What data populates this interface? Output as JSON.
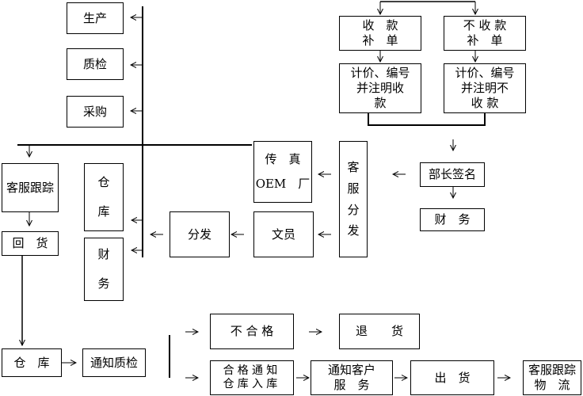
{
  "nodes": {
    "production": "生产",
    "quality_check": "质检",
    "purchasing": "采购",
    "collect_supplement": [
      "收　款",
      "补　单"
    ],
    "no_collect_supplement": [
      "不 收 款",
      "补　单"
    ],
    "pricing_collect": [
      "计价、编号",
      "并注明收",
      "款"
    ],
    "pricing_no_collect": [
      "计价、编号",
      "并注明不",
      "收 款"
    ],
    "fax_oem": [
      "传　真",
      "OEM　厂"
    ],
    "customer_service_distribute": [
      "客",
      "服",
      "分",
      "发"
    ],
    "director_sign": "部长签名",
    "finance_right": "财　务",
    "customer_followup_left": "客服跟踪",
    "return_goods": "回　货",
    "warehouse_vertical": [
      "仓",
      "库"
    ],
    "finance_vertical": [
      "财",
      "务"
    ],
    "distribute": "分发",
    "clerk": "文员",
    "warehouse_bottom": "仓　库",
    "notify_qc": "通知质检",
    "unqualified": "不 合 格",
    "return_goods_right": "退　　货",
    "qualified_notice": [
      "合格通知",
      "仓库入库"
    ],
    "notify_customer": [
      "通知客户",
      "服　务"
    ],
    "ship": "出　货",
    "customer_followup_logistics": [
      "客服跟踪",
      "物　流"
    ]
  }
}
